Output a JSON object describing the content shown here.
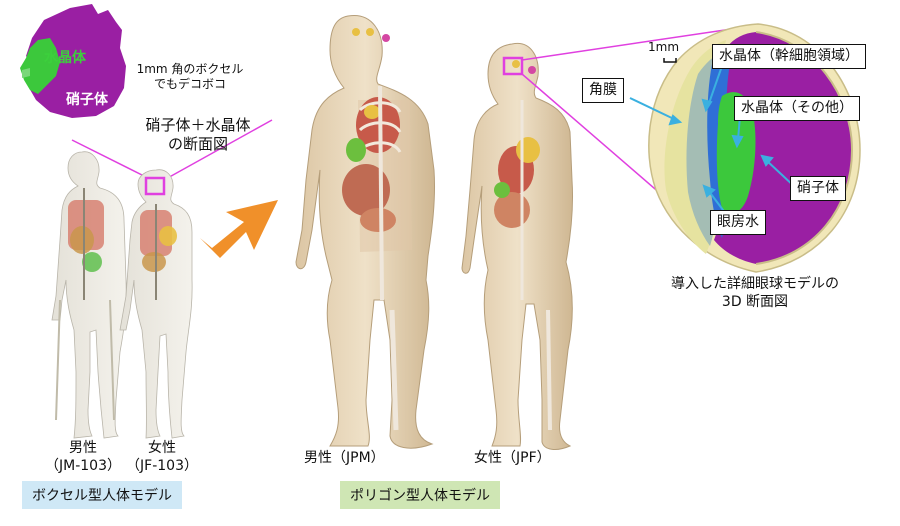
{
  "inset": {
    "lens_label": "水晶体",
    "vitreous_label": "硝子体",
    "voxel_note_line1": "1mm 角のボクセル",
    "voxel_note_line2": "でもデコボコ",
    "caption_line1": "硝子体＋水晶体",
    "caption_line2": "の断面図"
  },
  "voxel_models": {
    "male_line1": "男性",
    "male_line2": "（JM-103）",
    "female_line1": "女性",
    "female_line2": "（JF-103）",
    "category": "ボクセル型人体モデル"
  },
  "polygon_models": {
    "male": "男性（JPM）",
    "female": "女性（JPF）",
    "category": "ポリゴン型人体モデル"
  },
  "eye_model": {
    "scale": "1mm",
    "cornea": "角膜",
    "lens_epithelial": "水晶体（幹細胞領域）",
    "lens_other": "水晶体（その他）",
    "vitreous": "硝子体",
    "aqueous": "眼房水",
    "caption_line1": "導入した詳細眼球モデルの",
    "caption_line2": "3D 断面図"
  },
  "colors": {
    "vitreous": "#9a1fa3",
    "lens": "#3cc83c",
    "lens_stem": "#2f6fd6",
    "cornea": "#f1e7b8",
    "highlight": "#e040e0",
    "arrow": "#f0902a",
    "voxel_band": "#cfe8f6",
    "polygon_band": "#cfe6b4",
    "pointer": "#3ab0e0"
  }
}
